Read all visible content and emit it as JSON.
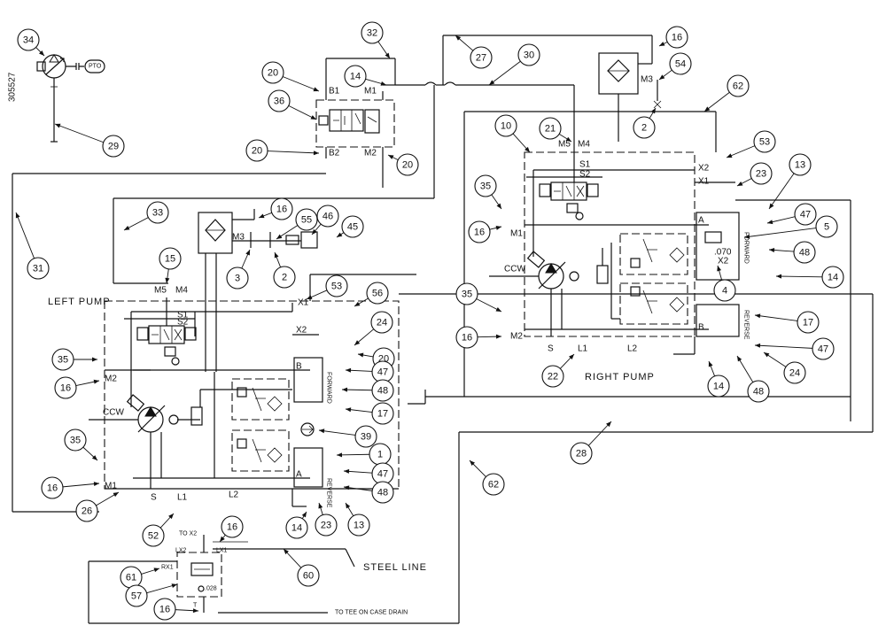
{
  "drawing": {
    "drawing_number": "305527",
    "left_pump_label": "LEFT PUMP",
    "right_pump_label": "RIGHT PUMP",
    "steel_line_label": "STEEL LINE",
    "case_drain_label": "TO TEE ON CASE DRAIN",
    "to_x2_label": "TO X2",
    "ccw_left": "CCW",
    "ccw_right": "CCW",
    "pto_label": "PTO",
    "orifice_070": ".070",
    "orifice_028": ".028",
    "forward_label": "FORWARD",
    "reverse_label": "REVERSE"
  },
  "ports": {
    "b1": "B1",
    "b2": "B2",
    "m1_top": "M1",
    "m2_top": "M2",
    "m3_left": "M3",
    "m3_right": "M3",
    "m5_left": "M5",
    "m4_left": "M4",
    "m5_right": "M5",
    "m4_right": "M4",
    "x1_left": "X1",
    "x2_left": "X2",
    "x1_right": "X1",
    "x2_right": "X2",
    "x2_valve": "X2",
    "s1_left": "S1",
    "s2_left": "S2",
    "s1_right": "S1",
    "s2_right": "S2",
    "m1_left": "M1",
    "m2_left": "M2",
    "m1_right": "M1",
    "m2_right": "M2",
    "b_left": "B",
    "a_left": "A",
    "a_right": "A",
    "b_right": "B",
    "s_left": "S",
    "l1_left": "L1",
    "l2_left": "L2",
    "s_right": "S",
    "l1_right": "L1",
    "l2_right": "L2",
    "lx2": "LX2",
    "lx1": "LX1",
    "rx1": "RX1",
    "t": "T"
  },
  "callouts": [
    {
      "id": "c34",
      "n": "34"
    },
    {
      "id": "c29",
      "n": "29"
    },
    {
      "id": "c32",
      "n": "32"
    },
    {
      "id": "c27",
      "n": "27"
    },
    {
      "id": "c30",
      "n": "30"
    },
    {
      "id": "c16a",
      "n": "16"
    },
    {
      "id": "c54",
      "n": "54"
    },
    {
      "id": "c62a",
      "n": "62"
    },
    {
      "id": "c20a",
      "n": "20"
    },
    {
      "id": "c14a",
      "n": "14"
    },
    {
      "id": "c36",
      "n": "36"
    },
    {
      "id": "c2a",
      "n": "2"
    },
    {
      "id": "c21",
      "n": "21"
    },
    {
      "id": "c10",
      "n": "10"
    },
    {
      "id": "c20b",
      "n": "20"
    },
    {
      "id": "c20c",
      "n": "20"
    },
    {
      "id": "c53a",
      "n": "53"
    },
    {
      "id": "c23a",
      "n": "23"
    },
    {
      "id": "c13a",
      "n": "13"
    },
    {
      "id": "c35a",
      "n": "35"
    },
    {
      "id": "c47a",
      "n": "47"
    },
    {
      "id": "c5",
      "n": "5"
    },
    {
      "id": "c33",
      "n": "33"
    },
    {
      "id": "c16b",
      "n": "16"
    },
    {
      "id": "c55",
      "n": "55"
    },
    {
      "id": "c46",
      "n": "46"
    },
    {
      "id": "c45",
      "n": "45"
    },
    {
      "id": "c16c",
      "n": "16"
    },
    {
      "id": "c31",
      "n": "31"
    },
    {
      "id": "c48a",
      "n": "48"
    },
    {
      "id": "c15",
      "n": "15"
    },
    {
      "id": "c3",
      "n": "3"
    },
    {
      "id": "c2b",
      "n": "2"
    },
    {
      "id": "c4",
      "n": "4"
    },
    {
      "id": "c14b",
      "n": "14"
    },
    {
      "id": "c53b",
      "n": "53"
    },
    {
      "id": "c56",
      "n": "56"
    },
    {
      "id": "c35b",
      "n": "35"
    },
    {
      "id": "c16d",
      "n": "16"
    },
    {
      "id": "c17a",
      "n": "17"
    },
    {
      "id": "c35c",
      "n": "35"
    },
    {
      "id": "c24a",
      "n": "24"
    },
    {
      "id": "c20d",
      "n": "20"
    },
    {
      "id": "c47b",
      "n": "47"
    },
    {
      "id": "c16e",
      "n": "16"
    },
    {
      "id": "c14c",
      "n": "14"
    },
    {
      "id": "c48b",
      "n": "48"
    },
    {
      "id": "c24b",
      "n": "24"
    },
    {
      "id": "c22",
      "n": "22"
    },
    {
      "id": "c47c",
      "n": "47"
    },
    {
      "id": "c48c",
      "n": "48"
    },
    {
      "id": "c17b",
      "n": "17"
    },
    {
      "id": "c39",
      "n": "39"
    },
    {
      "id": "c28",
      "n": "28"
    },
    {
      "id": "c35d",
      "n": "35"
    },
    {
      "id": "c1",
      "n": "1"
    },
    {
      "id": "c47d",
      "n": "47"
    },
    {
      "id": "c16f",
      "n": "16"
    },
    {
      "id": "c62b",
      "n": "62"
    },
    {
      "id": "c48d",
      "n": "48"
    },
    {
      "id": "c26",
      "n": "26"
    },
    {
      "id": "c52",
      "n": "52"
    },
    {
      "id": "c14d",
      "n": "14"
    },
    {
      "id": "c23b",
      "n": "23"
    },
    {
      "id": "c13b",
      "n": "13"
    },
    {
      "id": "c16g",
      "n": "16"
    },
    {
      "id": "c60",
      "n": "60"
    },
    {
      "id": "c61",
      "n": "61"
    },
    {
      "id": "c57",
      "n": "57"
    },
    {
      "id": "c16h",
      "n": "16"
    }
  ]
}
